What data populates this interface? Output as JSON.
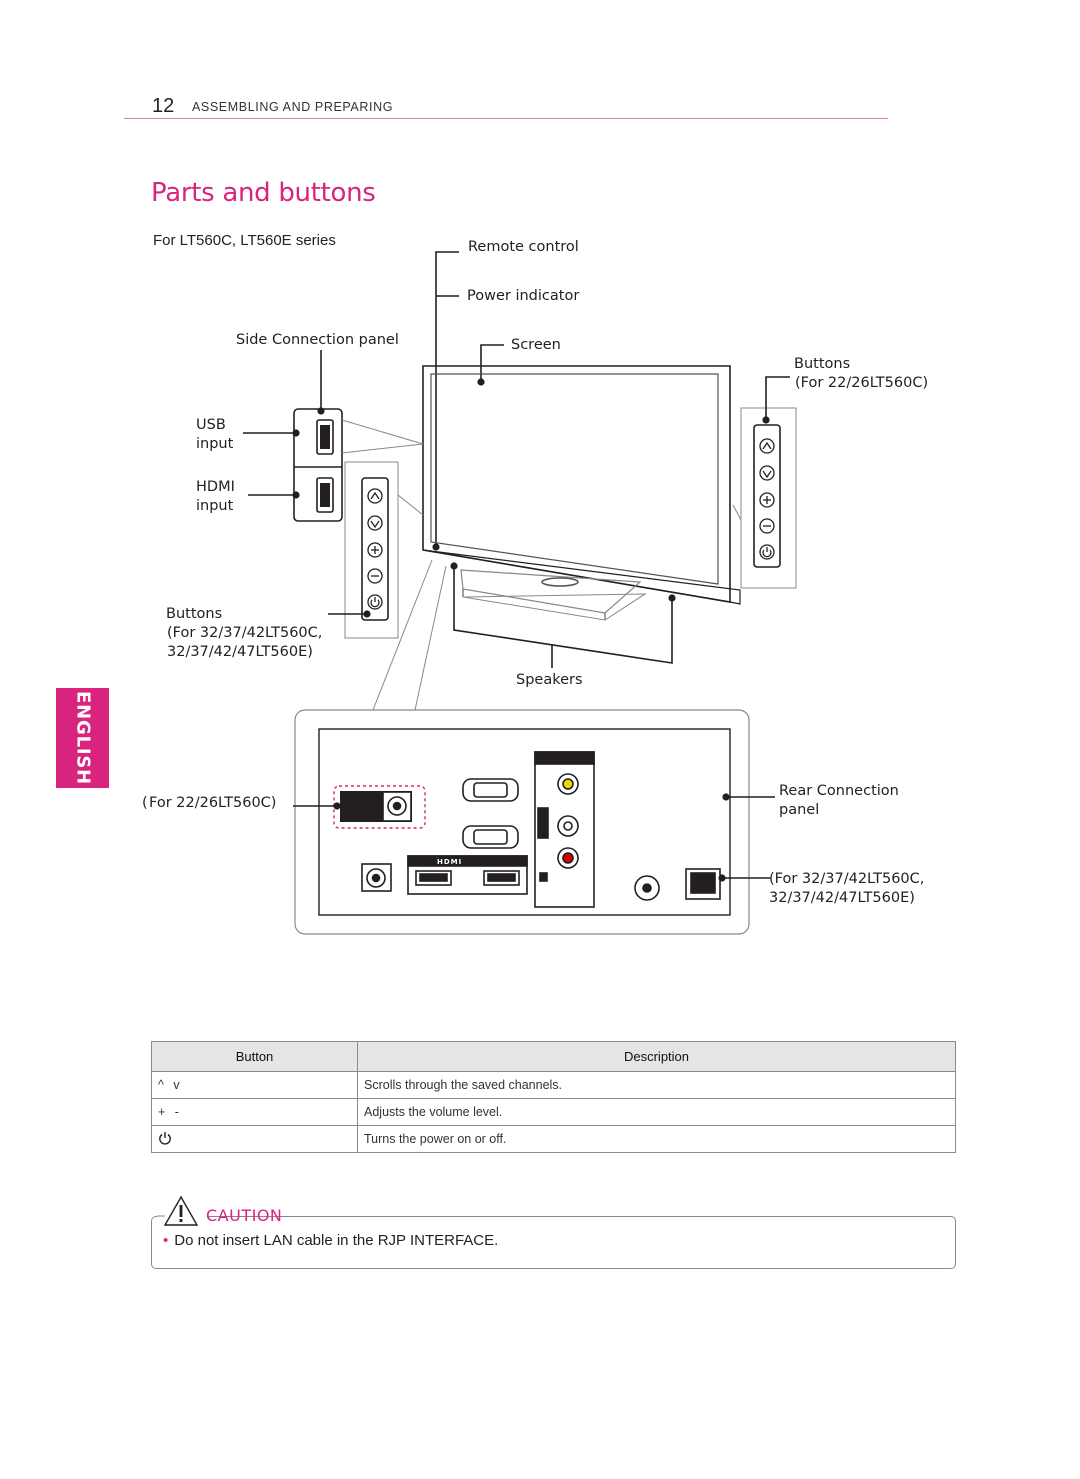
{
  "header": {
    "page_number": "12",
    "section": "ASSEMBLING AND PREPARING"
  },
  "title": "Parts and buttons",
  "subtitle": "For LT560C, LT560E series",
  "side_tab": "ENGLISH",
  "diagram": {
    "remote_control": "Remote control",
    "power_indicator": "Power indicator",
    "screen": "Screen",
    "side_connection_panel": "Side Connection panel",
    "buttons_small_1": "Buttons",
    "buttons_small_2": "(For 22/26LT560C)",
    "usb_1": "USB",
    "usb_2": "input",
    "hdmi_1": "HDMI",
    "hdmi_2": "input",
    "buttons_large_1": "Buttons",
    "buttons_large_2": "(For 32/37/42LT560C,",
    "buttons_large_3": "32/37/42/47LT560E)",
    "speakers": "Speakers",
    "for_small": "For 22/26LT560C)",
    "for_small_paren": "(",
    "rear_panel_1": "Rear Connection",
    "rear_panel_2": "panel",
    "rear_for_1": "(For 32/37/42LT560C,",
    "rear_for_2": "32/37/42/47LT560E)",
    "hdmi_logo": "HDMI"
  },
  "table": {
    "headers": [
      "Button",
      "Description"
    ],
    "rows": [
      {
        "button": "^ v",
        "description": "Scrolls through the saved channels."
      },
      {
        "button": "+ -",
        "description": "Adjusts the volume level."
      },
      {
        "button": "power-icon",
        "description": "Turns the power on or off."
      }
    ]
  },
  "caution": {
    "label": "CAUTION",
    "items": [
      "Do not insert LAN cable in the RJP INTERFACE."
    ]
  },
  "colors": {
    "accent": "#d8247e",
    "line": "#231f20"
  }
}
